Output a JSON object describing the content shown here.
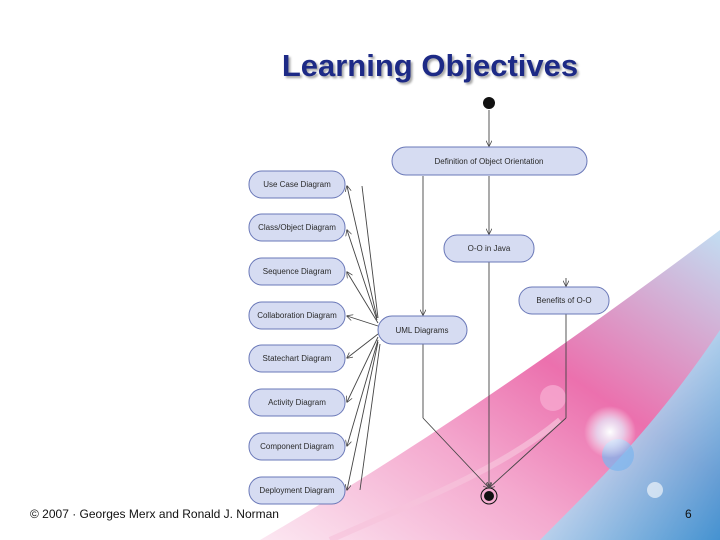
{
  "slide": {
    "title": "Learning Objectives",
    "footer": "© 2007 · Georges Merx and Ronald J. Norman",
    "page_number": "6"
  },
  "diagram": {
    "nodes": {
      "definition": "Definition of Object Orientation",
      "oo_java": "O-O in Java",
      "benefits": "Benefits of O-O",
      "uml": "UML Diagrams",
      "use_case": "Use Case Diagram",
      "class_object": "Class/Object Diagram",
      "sequence": "Sequence Diagram",
      "collaboration": "Collaboration Diagram",
      "statechart": "Statechart Diagram",
      "activity": "Activity Diagram",
      "component": "Component Diagram",
      "deployment": "Deployment Diagram"
    }
  },
  "colors": {
    "title": "#1d2a86",
    "node_fill": "#d6dcf2",
    "node_stroke": "#6a78b8",
    "pink": "#e8579f",
    "blue": "#2aa3dc"
  }
}
